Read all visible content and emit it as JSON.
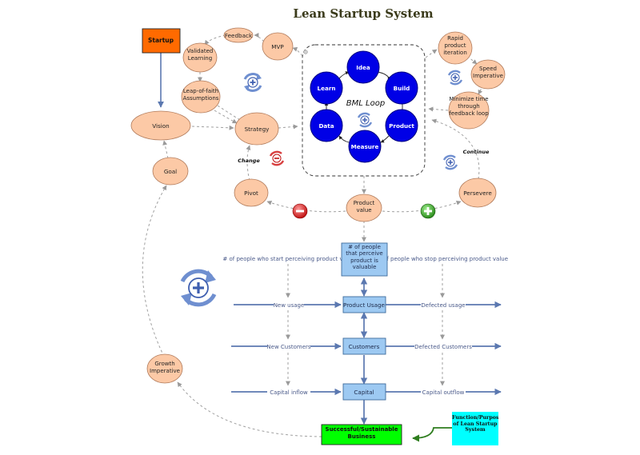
{
  "title": "Lean Startup System",
  "nodes": {
    "startup": "Startup",
    "feedback": "Feedback",
    "mvp": "MVP",
    "validated_learning": "Validated Learning",
    "leap_of_faith": "Leap-of-faith Assumptions",
    "vision": "Vision",
    "strategy": "Strategy",
    "goal": "Goal",
    "pivot": "Pivot",
    "product_value": "Product value",
    "persevere": "Persevere",
    "rapid_iteration": "Rapid product iteration",
    "speed_imperative": "Speed Imperative",
    "minimize_time": "Minimize time through feedback loop",
    "growth_imperative": "Growth Imperative"
  },
  "bml": {
    "label": "BML Loop",
    "idea": "Idea",
    "build": "Build",
    "product": "Product",
    "measure": "Measure",
    "data": "Data",
    "learn": "Learn"
  },
  "labels": {
    "change": "Change",
    "continue": "Continue"
  },
  "stocks": {
    "perceive": "# of people that perceive product is valuable",
    "product_usage": "Product Usage",
    "customers": "Customers",
    "capital": "Capital",
    "success": "Successful/Sustainable Business"
  },
  "flows": {
    "start_perceiving": "# of people who start perceiving product value",
    "stop_perceiving": "# of people who stop perceiving product value",
    "new_usage": "New usage",
    "defected_usage": "Defected usage",
    "new_customers": "New Customers",
    "defected_customers": "Defected Customers",
    "capital_inflow": "Capital inflow",
    "capital_outflow": "Capital outflow"
  },
  "function_note": "Function/Purpose of Lean Startup System",
  "colors": {
    "peach": "#fcc9a6",
    "bml_blue": "#0000e6",
    "stock_blue": "#9dc9f2",
    "startup_orange": "#ff6a00",
    "success_green": "#00ff00",
    "note_cyan": "#00ffff",
    "flow_blue": "#5b78b0"
  }
}
